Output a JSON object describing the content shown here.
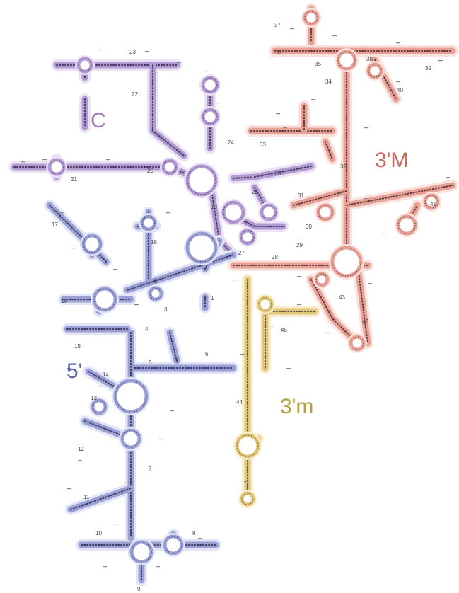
{
  "domains": [
    {
      "id": "C",
      "label": "C",
      "color": "#b49ad2",
      "glow": "#ece2f6",
      "dots": "#3c3c5a"
    },
    {
      "id": "3M",
      "label": "3'M",
      "color": "#e8a096",
      "glow": "#fbe2dc",
      "dots": "#5a3c3c"
    },
    {
      "id": "5p",
      "label": "5'",
      "color": "#9aa0d6",
      "glow": "#e2e5f7",
      "dots": "#3c3c5a"
    },
    {
      "id": "3m",
      "label": "3'm",
      "color": "#e0c676",
      "glow": "#f8eecd",
      "dots": "#5a503c"
    }
  ],
  "helix_numbers": [
    "1",
    "2",
    "3",
    "4",
    "5",
    "6",
    "7",
    "8",
    "9",
    "10",
    "11",
    "12",
    "13",
    "14",
    "15",
    "16",
    "17",
    "18",
    "19",
    "20",
    "21",
    "22",
    "23",
    "24",
    "25",
    "26",
    "27",
    "28",
    "29",
    "30",
    "31",
    "32",
    "33",
    "34",
    "35",
    "36",
    "37",
    "38",
    "39",
    "40",
    "41",
    "42",
    "43",
    "44",
    "45"
  ]
}
